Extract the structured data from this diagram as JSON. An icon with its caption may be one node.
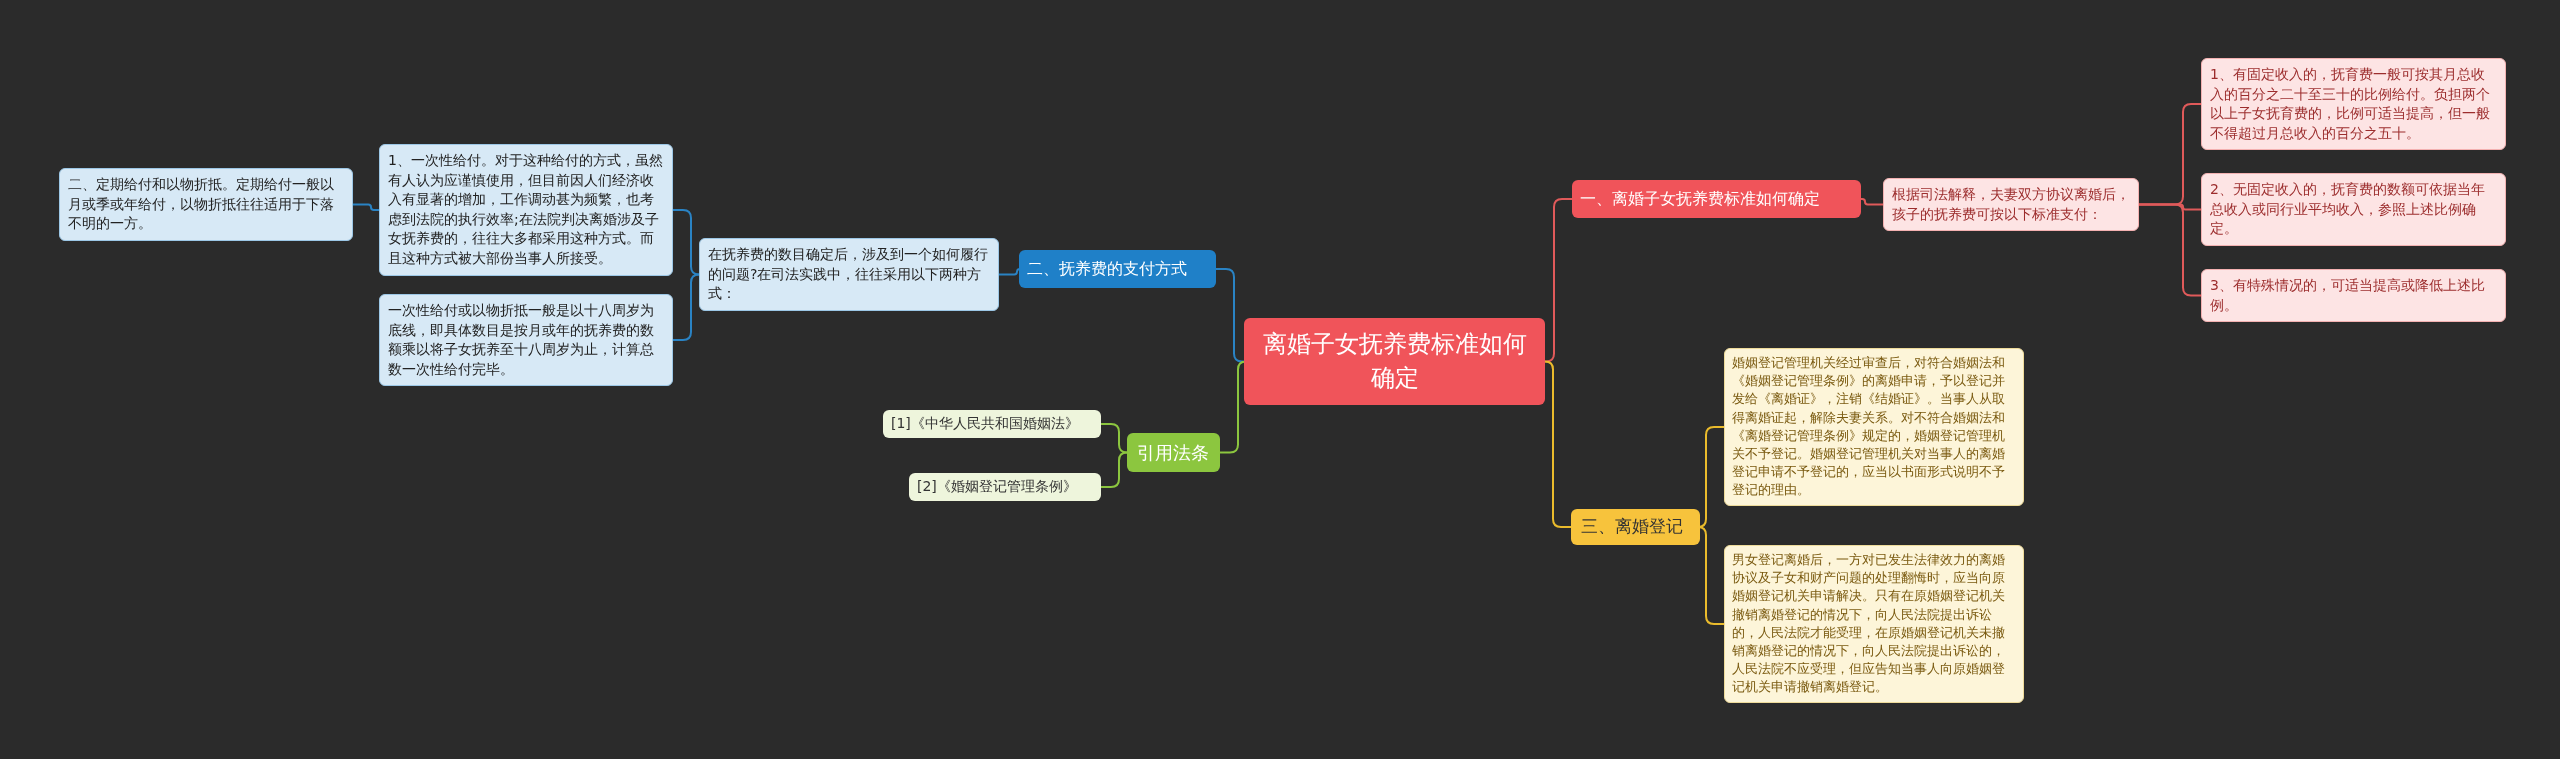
{
  "diagram": {
    "nodes": [
      {
        "text": [
          "离婚子女抚养费标准如何确定"
        ]
      },
      {
        "text": [
          "一、离婚子女抚养费标准如何确定"
        ]
      },
      {
        "text": [
          "根据司法解释，夫妻双方协议离婚后，孩子的抚养费可按以下标准支付："
        ]
      },
      {
        "text": [
          "1、有固定收入的，抚育费一般可按其月总收入的百分之二十至三十的比例给付。负担两个以上子女抚育费的，比例可适当提高，但一般不得超过月总收入的百分之五十。"
        ]
      },
      {
        "text": [
          "2、无固定收入的，抚育费的数额可依据当年总收入或同行业平均收入，参照上述比例确定。"
        ]
      },
      {
        "text": [
          "3、有特殊情况的，可适当提高或降低上述比例。"
        ]
      },
      {
        "text": [
          "二、抚养费的支付方式"
        ]
      },
      {
        "text": [
          "在抚养费的数目确定后，涉及到一个如何履行的问题?在司法实践中，往往采用以下两种方式："
        ]
      },
      {
        "text": [
          "1、一次性给付。对于这种给付的方式，虽然有人认为应谨慎使用，但目前因人们经济收入有显著的增加，工作调动甚为频繁，也考虑到法院的执行效率;在法院判决离婚涉及子女抚养费的，往往大多都采用这种方式。而且这种方式被大部份当事人所接受。"
        ]
      },
      {
        "text": [
          "二、定期给付和以物折抵。定期给付一般以月或季或年给付，以物折抵往往适用于下落不明的一方。"
        ]
      },
      {
        "text": [
          "一次性给付或以物折抵一般是以十八周岁为底线，即具体数目是按月或年的抚养费的数额乘以将子女抚养至十八周岁为止，计算总数一次性给付完毕。"
        ]
      },
      {
        "text": [
          "引用法条"
        ]
      },
      {
        "text": [
          "[1]《中华人民共和国婚姻法》"
        ]
      },
      {
        "text": [
          "[2]《婚姻登记管理条例》"
        ]
      },
      {
        "text": [
          "三、离婚登记"
        ]
      },
      {
        "text": [
          "婚姻登记管理机关经过审查后，对符合婚姻法和《婚姻登记管理条例》的离婚申请，予以登记并发给《离婚证》，注销《结婚证》。当事人从取得离婚证起，解除夫妻关系。对不符合婚姻法和《离婚登记管理条例》规定的，婚姻登记管理机关不予登记。婚姻登记管理机关对当事人的离婚登记申请不予登记的，应当以书面形式说明不予登记的理由。"
        ]
      },
      {
        "text": [
          "男女登记离婚后，一方对已发生法律效力的离婚协议及子女和财产问题的处理翻悔时，应当向原婚姻登记机关申请解决。只有在原婚姻登记机关撤销离婚登记的情况下，向人民法院提出诉讼的，人民法院才能受理，在原婚姻登记机关未撤销离婚登记的情况下，向人民法院提出诉讼的，人民法院不应受理，但应告知当事人向原婚姻登记机关申请撤销离婚登记。"
        ]
      }
    ],
    "edges": [
      {
        "from": 0,
        "to": 1,
        "arrow": "none",
        "color": "#e05a5a"
      },
      {
        "from": 1,
        "to": 2,
        "arrow": "none",
        "color": "#e05a5a"
      },
      {
        "from": 2,
        "to": 3,
        "arrow": "none",
        "color": "#e05a5a"
      },
      {
        "from": 2,
        "to": 4,
        "arrow": "none",
        "color": "#e05a5a"
      },
      {
        "from": 2,
        "to": 5,
        "arrow": "none",
        "color": "#e05a5a"
      },
      {
        "from": 0,
        "to": 6,
        "arrow": "none",
        "color": "#2a83c4"
      },
      {
        "from": 6,
        "to": 7,
        "arrow": "none",
        "color": "#2a83c4"
      },
      {
        "from": 7,
        "to": 8,
        "arrow": "none",
        "color": "#2a83c4"
      },
      {
        "from": 8,
        "to": 9,
        "arrow": "none",
        "color": "#2a83c4"
      },
      {
        "from": 7,
        "to": 10,
        "arrow": "none",
        "color": "#2a83c4"
      },
      {
        "from": 0,
        "to": 11,
        "arrow": "none",
        "color": "#8cc63f"
      },
      {
        "from": 11,
        "to": 12,
        "arrow": "none",
        "color": "#8cc63f"
      },
      {
        "from": 11,
        "to": 13,
        "arrow": "none",
        "color": "#8cc63f"
      },
      {
        "from": 0,
        "to": 14,
        "arrow": "none",
        "color": "#eabb2c"
      },
      {
        "from": 14,
        "to": 15,
        "arrow": "none",
        "color": "#eabb2c"
      },
      {
        "from": 14,
        "to": 16,
        "arrow": "none",
        "color": "#eabb2c"
      }
    ]
  }
}
